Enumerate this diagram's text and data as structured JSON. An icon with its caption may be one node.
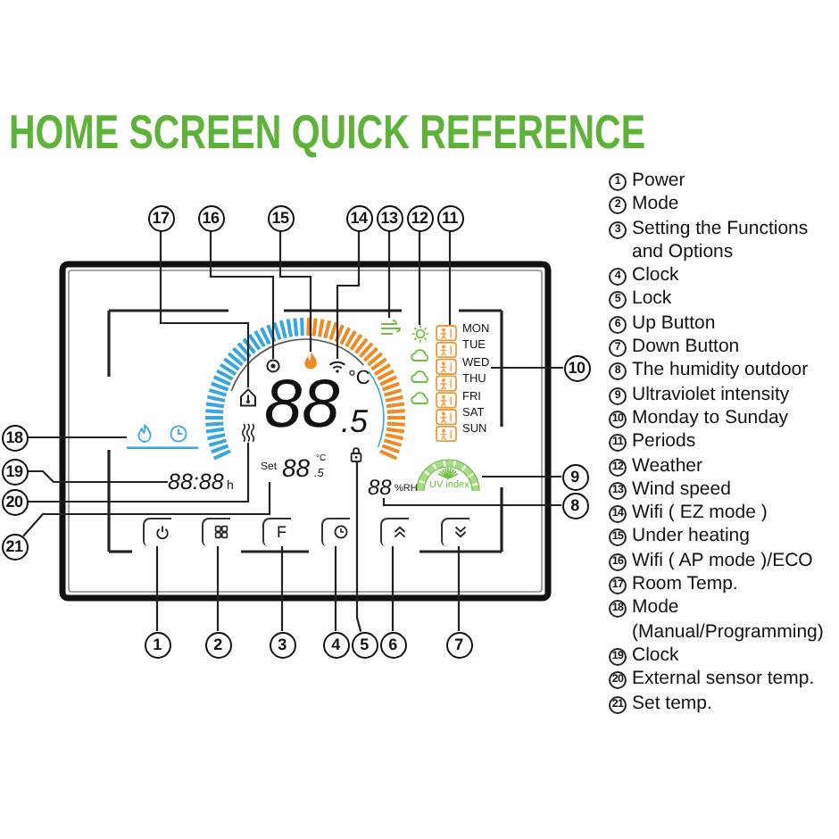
{
  "diagram": {
    "title": "HOME SCREEN QUICK REFERENCE",
    "nodes": [
      {
        "text": [
          "17"
        ]
      },
      {
        "text": [
          "16"
        ]
      },
      {
        "text": [
          "15"
        ]
      },
      {
        "text": [
          "14"
        ]
      },
      {
        "text": [
          "13"
        ]
      },
      {
        "text": [
          "12"
        ]
      },
      {
        "text": [
          "11"
        ]
      },
      {
        "text": [
          "10"
        ]
      },
      {
        "text": [
          "18"
        ]
      },
      {
        "text": [
          "19"
        ]
      },
      {
        "text": [
          "9"
        ]
      },
      {
        "text": [
          "20"
        ]
      },
      {
        "text": [
          "8"
        ]
      },
      {
        "text": [
          "21"
        ]
      },
      {
        "text": [
          "1"
        ]
      },
      {
        "text": [
          "2"
        ]
      },
      {
        "text": [
          "3"
        ]
      },
      {
        "text": [
          "4"
        ]
      },
      {
        "text": [
          "5"
        ]
      },
      {
        "text": [
          "6"
        ]
      },
      {
        "text": [
          "7"
        ]
      },
      {
        "text": [],
        "shape": "picture"
      },
      {
        "text": [],
        "shape": "picture"
      },
      {
        "text": [],
        "shape": "picture"
      },
      {
        "text": [],
        "shape": "picture"
      },
      {
        "text": [],
        "shape": "picture"
      },
      {
        "text": [],
        "shape": "picture"
      },
      {
        "text": [],
        "shape": "picture"
      },
      {
        "text": [
          "MON",
          "TUE",
          "WED",
          "THU",
          "FRI",
          "SAT",
          "SUN"
        ]
      },
      {
        "text": [],
        "shape": "picture"
      },
      {
        "text": [
          "88:88",
          "h"
        ]
      },
      {
        "text": [
          "UV index"
        ]
      },
      {
        "text": [],
        "shape": "picture"
      },
      {
        "text": [
          "88",
          "%RH"
        ]
      },
      {
        "text": [
          "Set",
          "88",
          ".5",
          "°C"
        ]
      },
      {
        "text": [],
        "shape": "box"
      },
      {
        "text": [],
        "shape": "box"
      },
      {
        "text": [
          "F"
        ]
      },
      {
        "text": [],
        "shape": "box"
      },
      {
        "text": [],
        "shape": "picture"
      },
      {
        "text": [],
        "shape": "box"
      },
      {
        "text": [],
        "shape": "box"
      }
    ],
    "edges": [
      {
        "from": 0,
        "to": 21,
        "arrow": "none"
      },
      {
        "from": 1,
        "to": 22,
        "arrow": "none"
      },
      {
        "from": 2,
        "to": 23,
        "arrow": "none"
      },
      {
        "from": 3,
        "to": 24,
        "arrow": "none"
      },
      {
        "from": 4,
        "to": 25,
        "arrow": "none"
      },
      {
        "from": 5,
        "to": 26,
        "arrow": "none"
      },
      {
        "from": 6,
        "to": 27,
        "arrow": "none"
      },
      {
        "from": 7,
        "to": 28,
        "arrow": "none"
      },
      {
        "from": 8,
        "to": 29,
        "arrow": "none"
      },
      {
        "from": 9,
        "to": 30,
        "arrow": "none"
      },
      {
        "from": 10,
        "to": 31,
        "arrow": "none"
      },
      {
        "from": 11,
        "to": 32,
        "arrow": "none"
      },
      {
        "from": 12,
        "to": 33,
        "arrow": "none"
      },
      {
        "from": 13,
        "to": 34,
        "arrow": "none"
      },
      {
        "from": 14,
        "to": 35,
        "arrow": "none"
      },
      {
        "from": 15,
        "to": 36,
        "arrow": "none"
      },
      {
        "from": 16,
        "to": 37,
        "arrow": "none"
      },
      {
        "from": 17,
        "to": 38,
        "arrow": "none"
      },
      {
        "from": 18,
        "to": 39,
        "arrow": "none"
      },
      {
        "from": 19,
        "to": 40,
        "arrow": "none"
      },
      {
        "from": 20,
        "to": 41,
        "arrow": "none"
      }
    ],
    "labels": [
      "88",
      ".5",
      "°C",
      "1",
      "Power",
      "2",
      "Mode",
      "3",
      "Setting the Functions and Options",
      "4",
      "Clock",
      "5",
      "Lock",
      "6",
      "Up Button",
      "7",
      "Down Button",
      "8",
      "The humidity outdoor",
      "9",
      "Ultraviolet intensity",
      "10",
      "Monday to Sunday",
      "11",
      "Periods",
      "12",
      "Weather",
      "13",
      "Wind speed",
      "14",
      "Wifi ( EZ mode )",
      "15",
      "Under heating",
      "16",
      "Wifi ( AP mode )/ECO",
      "17",
      "Room Temp.",
      "18",
      "Mode (Manual/Programming)",
      "19",
      "Clock",
      "20",
      "External sensor temp.",
      "21",
      "Set temp."
    ]
  }
}
